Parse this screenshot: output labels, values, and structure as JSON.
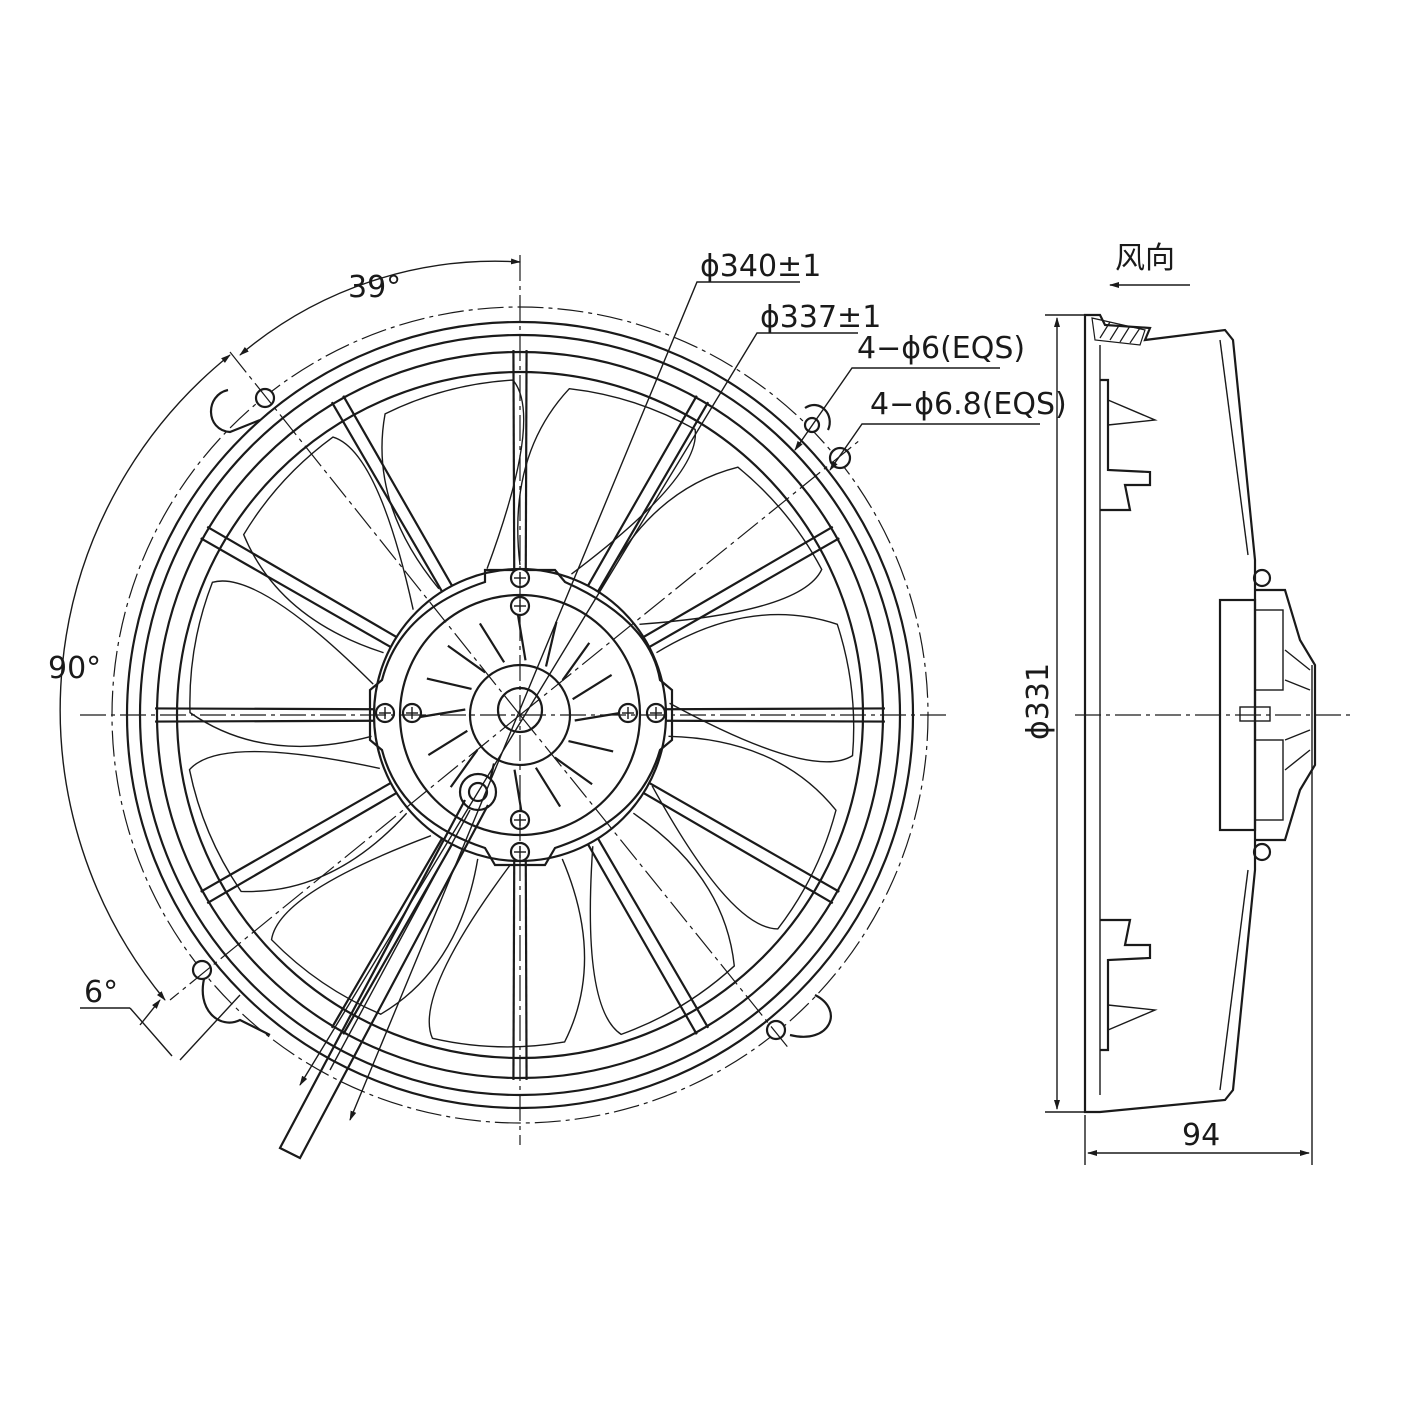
{
  "labels": {
    "dia_outer": "ϕ340±1",
    "dia_inner": "ϕ337±1",
    "holes_small": "4−ϕ6(EQS)",
    "holes_large": "4−ϕ6.8(EQS)",
    "angle_top": "39°",
    "angle_left": "90°",
    "angle_bottom": "6°",
    "side_dia": "ϕ331",
    "side_depth": "94",
    "airflow": "风向"
  },
  "fan": {
    "blade_count": 11,
    "spoke_count": 12
  }
}
